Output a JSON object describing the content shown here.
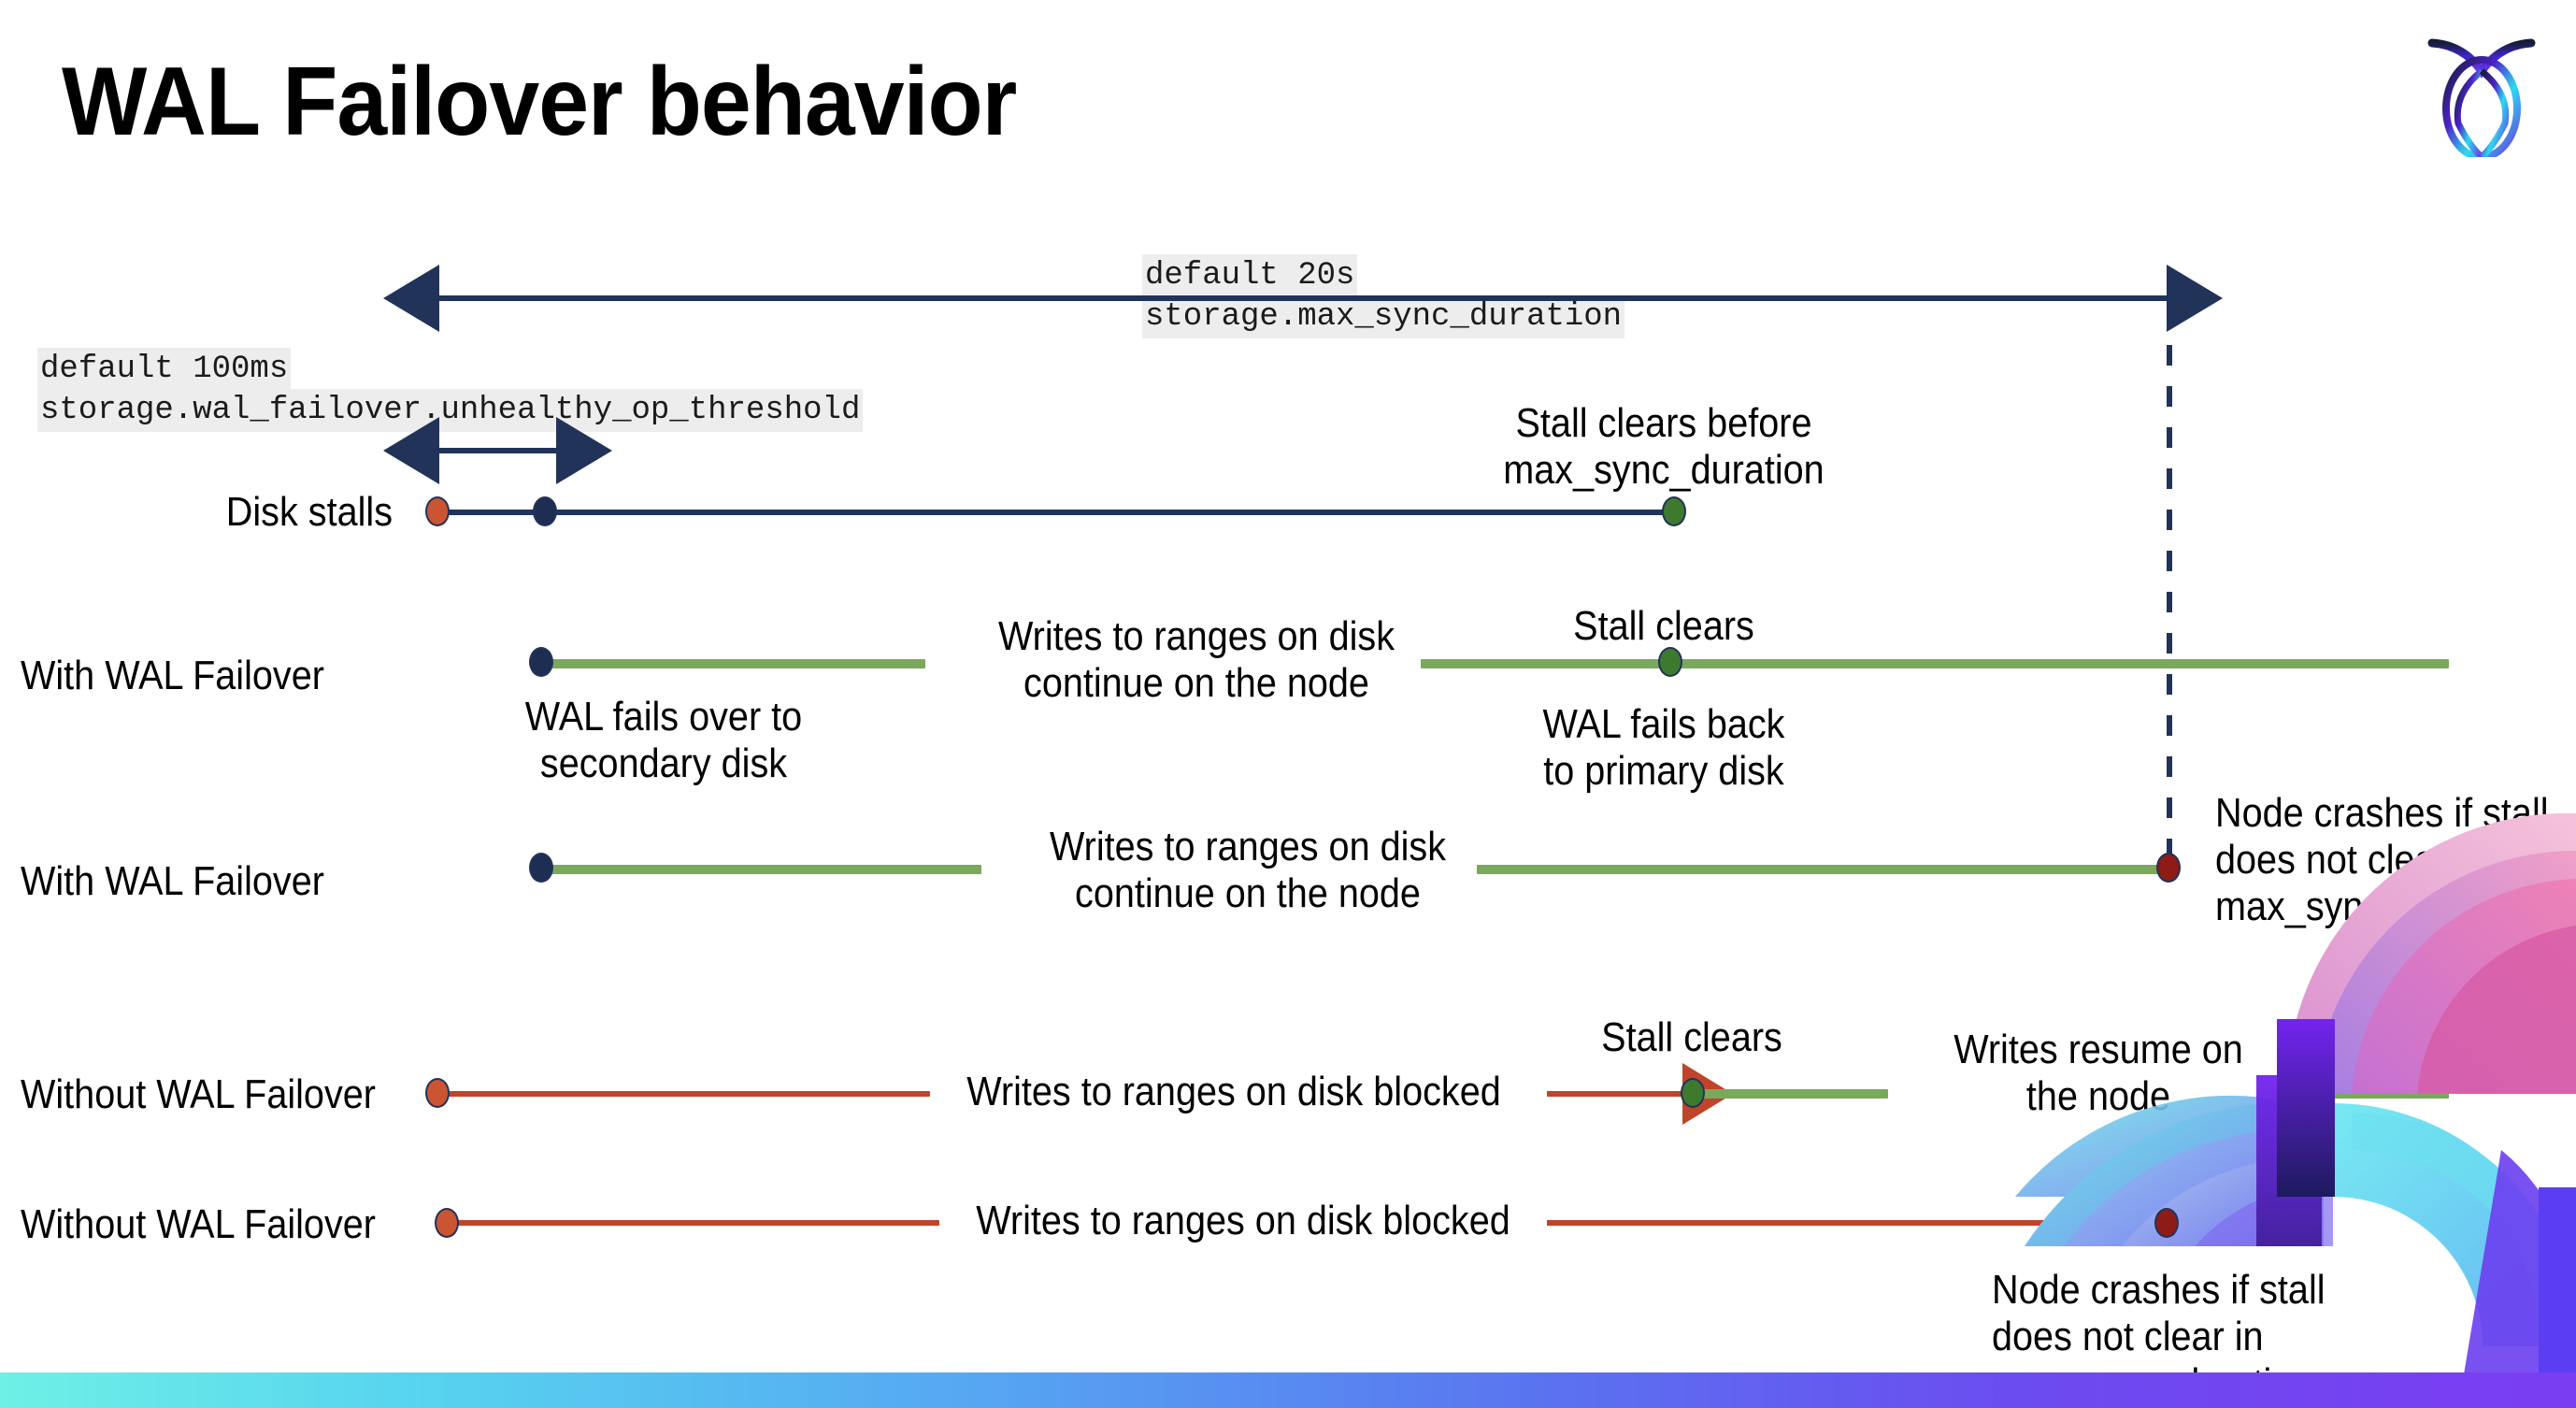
{
  "slide": {
    "title": "WAL Failover behavior",
    "logo_name": "cockroachdb-logo"
  },
  "settings": {
    "max_sync_duration": {
      "default_label": "default 20s",
      "setting_label": "storage.max_sync_duration"
    },
    "unhealthy_op_threshold": {
      "default_label": "default 100ms",
      "setting_label": "storage.wal_failover.unhealthy_op_threshold"
    }
  },
  "rows": {
    "disk_stalls": {
      "label": "Disk stalls",
      "note_stall_clears": "Stall clears before\nmax_sync_duration"
    },
    "with_failover_recovers": {
      "label": "With WAL Failover",
      "note_failover": "WAL fails over to\nsecondary disk",
      "note_writes_continue": "Writes to ranges on disk\ncontinue on the node",
      "note_stall_clears": "Stall clears",
      "note_fail_back": "WAL fails  back\nto primary disk"
    },
    "with_failover_crashes": {
      "label": "With WAL Failover",
      "note_writes_continue": "Writes to ranges on disk\ncontinue on the node",
      "note_crash": "Node crashes if stall\ndoes not clear in\nmax_sync_duration"
    },
    "without_failover_recovers": {
      "label": "Without WAL Failover",
      "note_blocked": "Writes to ranges on disk  blocked",
      "note_stall_clears": "Stall clears",
      "note_writes_resume": "Writes resume on\nthe node"
    },
    "without_failover_crashes": {
      "label": "Without WAL Failover",
      "note_blocked": "Writes to ranges on disk  blocked",
      "note_crash": "Node crashes if stall\ndoes not clear in\nmax_sync_duration"
    }
  },
  "colors": {
    "navy": "#22335a",
    "green_line": "#7aa95c",
    "green_dot": "#3e7a2e",
    "orange_dot": "#cb5431",
    "red_line": "#c0442a",
    "dark_red_dot": "#8f1b16",
    "code_chip_bg": "#ededed"
  }
}
